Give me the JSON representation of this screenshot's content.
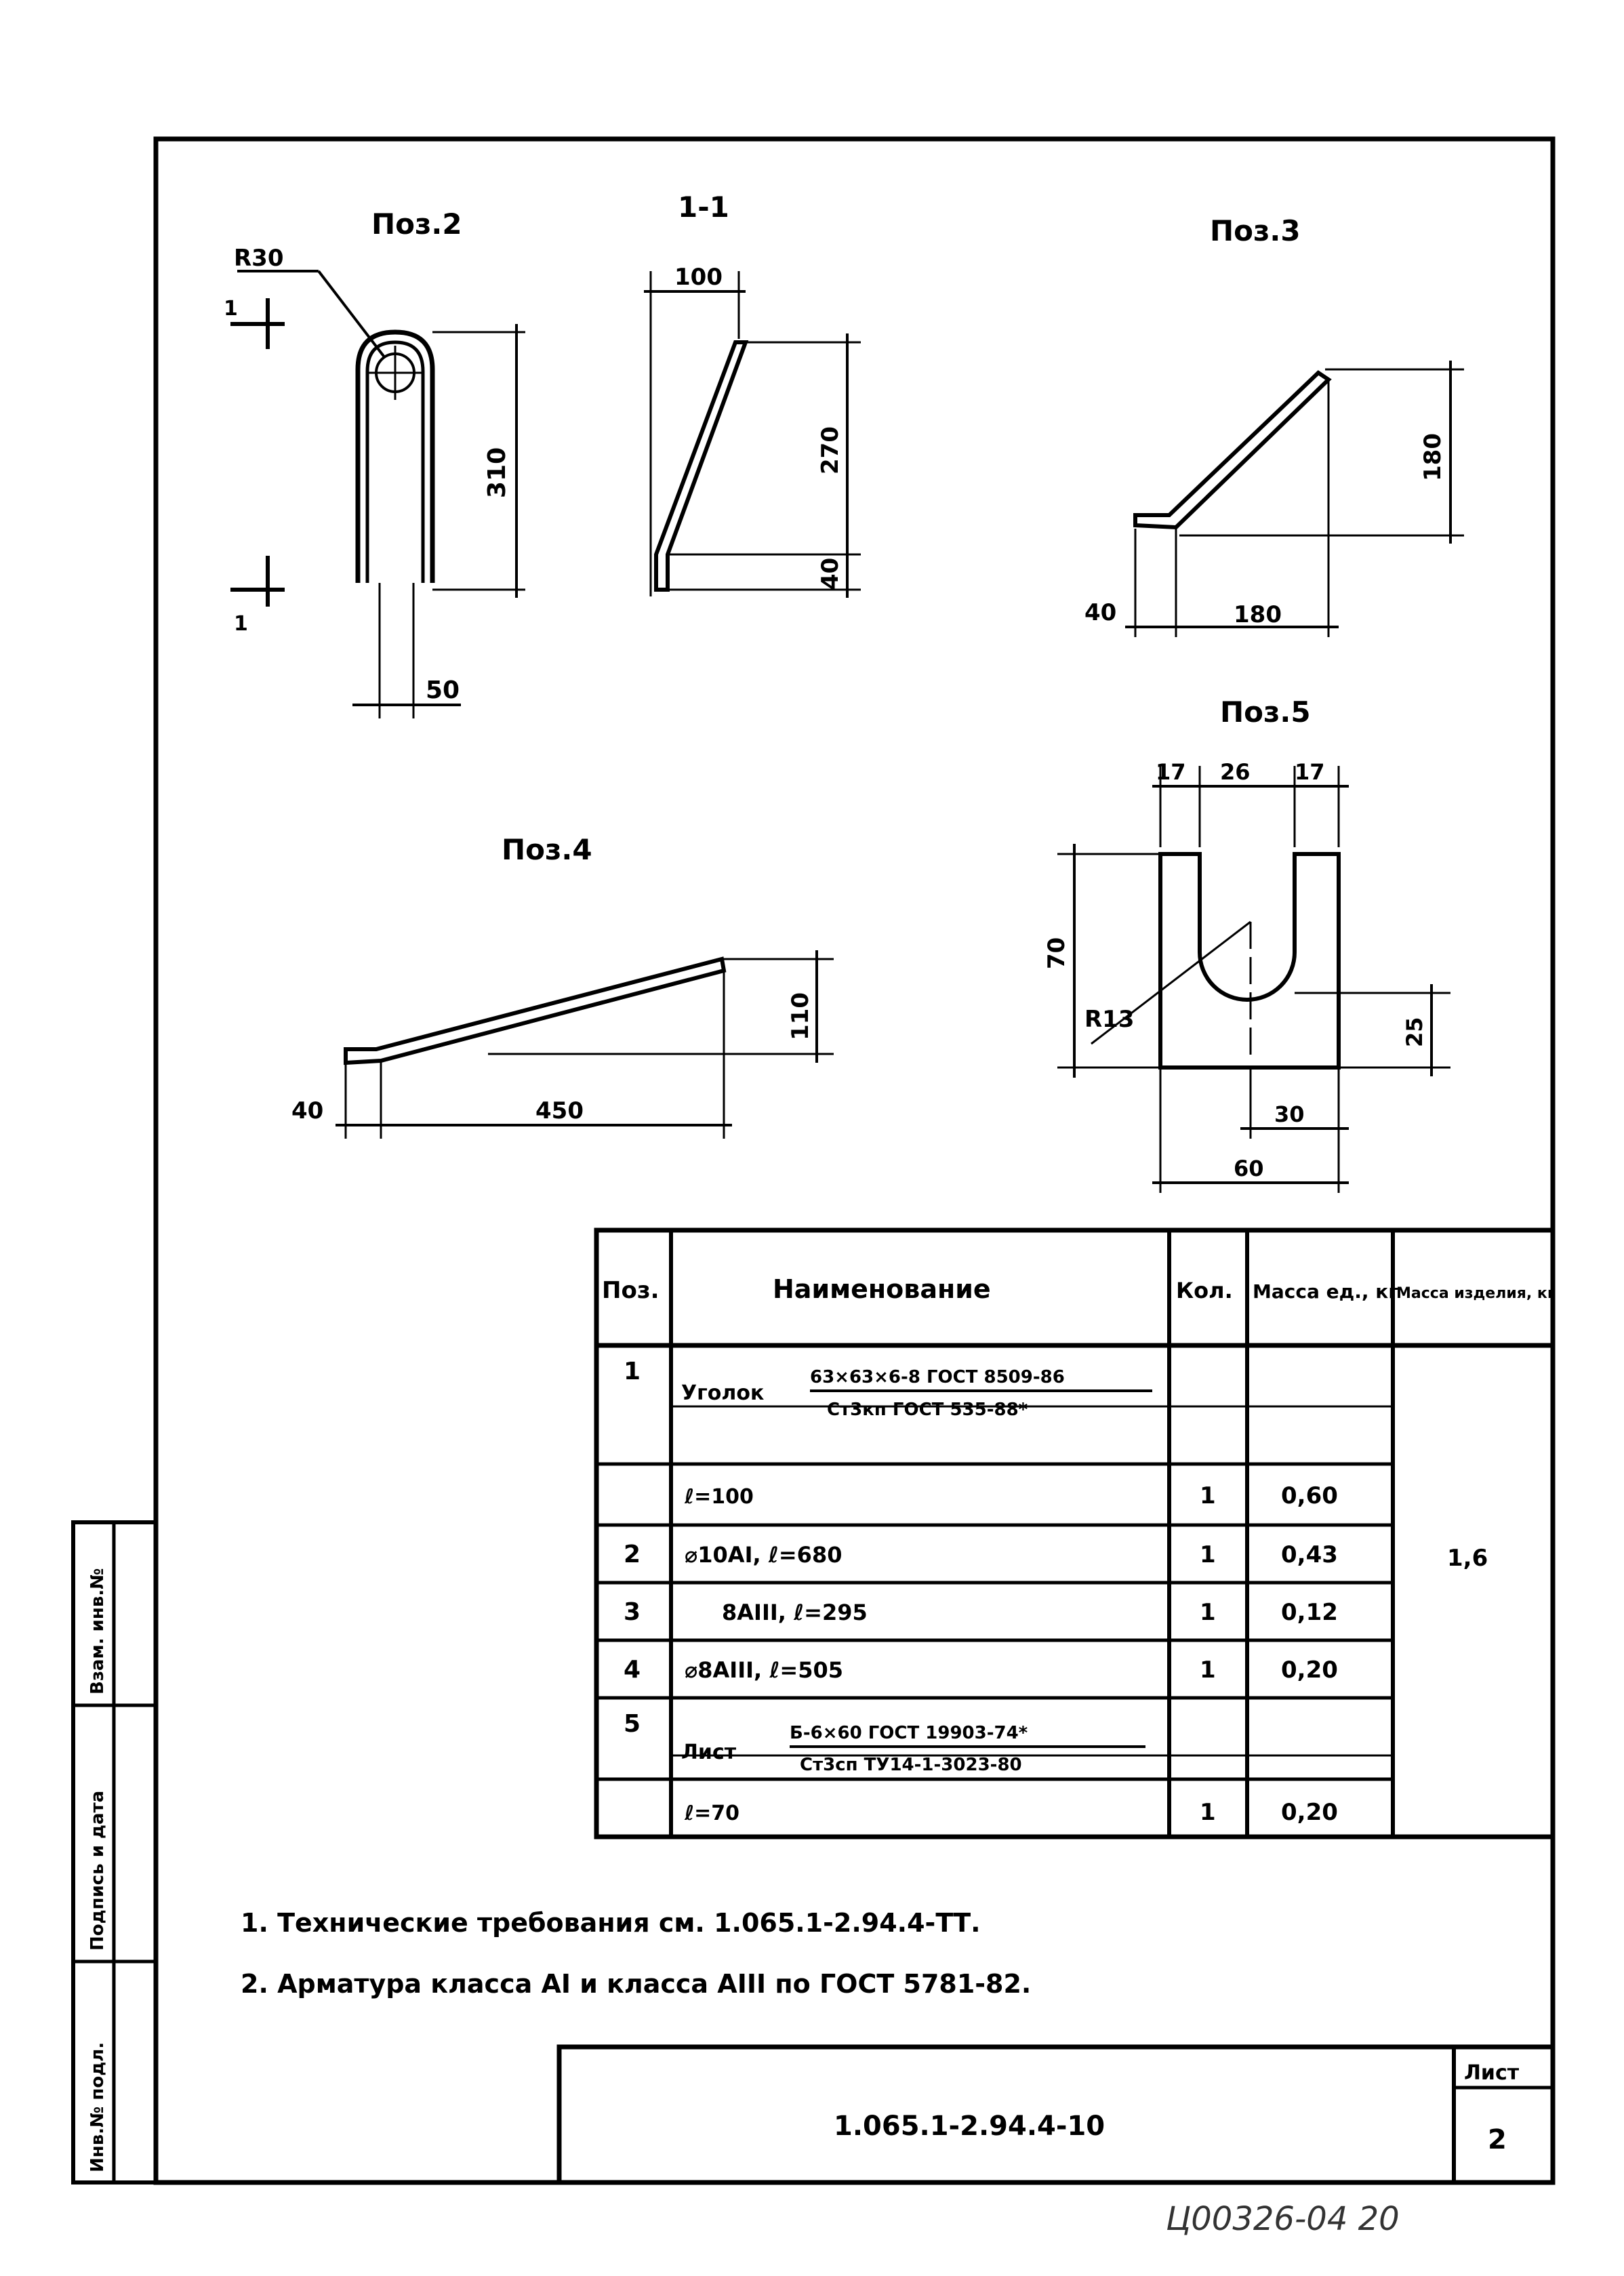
{
  "views": {
    "pos2": {
      "title": "Поз.2",
      "radius": "R30",
      "height": "310",
      "width": "50",
      "section_mark": "1"
    },
    "section": {
      "title": "1-1",
      "width": "100",
      "height": "270",
      "base": "40"
    },
    "pos3": {
      "title": "Поз.3",
      "height": "180",
      "base": "40",
      "length": "180"
    },
    "pos4": {
      "title": "Поз.4",
      "height": "110",
      "base": "40",
      "length": "450"
    },
    "pos5": {
      "title": "Поз.5",
      "top_left": "17",
      "top_mid": "26",
      "top_right": "17",
      "height": "70",
      "radius": "R13",
      "depth": "25",
      "half_width": "30",
      "width": "60"
    }
  },
  "table": {
    "headers": {
      "pos": "Поз.",
      "name": "Наименование",
      "qty": "Кол.",
      "mass_unit": "Масса ед., кг",
      "mass_total": "Масса изделия, кг"
    },
    "rows": [
      {
        "pos": "1",
        "name_prefix": "Уголок",
        "name_top": "63×63×6-8 ГОСТ 8509-86",
        "name_bottom": "Ст3кп ГОСТ 535-88*",
        "qty": "",
        "mass": ""
      },
      {
        "pos": "",
        "name": "ℓ=100",
        "qty": "1",
        "mass": "0,60"
      },
      {
        "pos": "2",
        "name": "⌀10АI, ℓ=680",
        "qty": "1",
        "mass": "0,43"
      },
      {
        "pos": "3",
        "name": "8АIII, ℓ=295",
        "qty": "1",
        "mass": "0,12"
      },
      {
        "pos": "4",
        "name": "⌀8АIII, ℓ=505",
        "qty": "1",
        "mass": "0,20"
      },
      {
        "pos": "5",
        "name_prefix": "Лист",
        "name_top": "Б-6×60 ГОСТ 19903-74*",
        "name_bottom": "Ст3сп ТУ14-1-3023-80",
        "qty": "",
        "mass": ""
      },
      {
        "pos": "",
        "name": "ℓ=70",
        "qty": "1",
        "mass": "0,20"
      }
    ],
    "total_mass": "1,6"
  },
  "notes": [
    "1. Технические требования см. 1.065.1-2.94.4-ТТ.",
    "2. Арматура класса АI и класса АIII по ГОСТ 5781-82."
  ],
  "title_block": {
    "code": "1.065.1-2.94.4-10",
    "sheet_label": "Лист",
    "sheet_number": "2"
  },
  "side_stamp": {
    "inv_orig": "Инв.№ подл.",
    "signature": "Подпись и дата",
    "inv_replace": "Взам. инв.№"
  },
  "handwritten": "Ц00326-04 20"
}
